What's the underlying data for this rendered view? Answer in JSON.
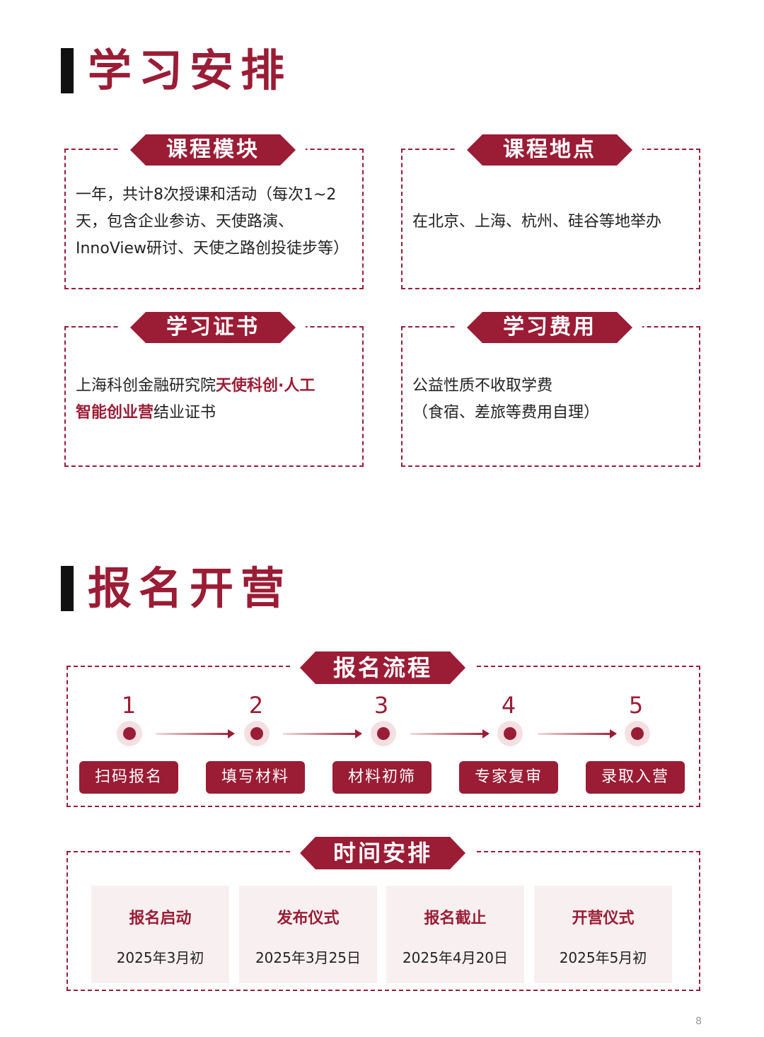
{
  "section1": {
    "title": "学习安排",
    "modules": {
      "label": "课程模块",
      "text": "一年，共计8次授课和活动（每次1~2天，包含企业参访、天使路演、InnoView研讨、天使之路创投徒步等）",
      "line1": "一年，共计8次授课和活动（每次1~2",
      "line2": "天，包含企业参访、天使路演、",
      "line3": "InnoView研讨、天使之路创投徒步等）"
    },
    "location": {
      "label": "课程地点",
      "text": "在北京、上海、杭州、硅谷等地举办"
    },
    "certificate": {
      "label": "学习证书",
      "prefix": "上海科创金融研究院",
      "highlight1": "天使科创·人工",
      "highlight2": "智能创业营",
      "suffix": "结业证书"
    },
    "fee": {
      "label": "学习费用",
      "line1": "公益性质不收取学费",
      "line2": "（食宿、差旅等费用自理）"
    }
  },
  "section2": {
    "title": "报名开营",
    "process": {
      "label": "报名流程",
      "steps": [
        {
          "num": "1",
          "label": "扫码报名"
        },
        {
          "num": "2",
          "label": "填写材料"
        },
        {
          "num": "3",
          "label": "材料初筛"
        },
        {
          "num": "4",
          "label": "专家复审"
        },
        {
          "num": "5",
          "label": "录取入营"
        }
      ]
    },
    "schedule": {
      "label": "时间安排",
      "items": [
        {
          "label": "报名启动",
          "date": "2025年3月初"
        },
        {
          "label": "发布仪式",
          "date": "2025年3月25日"
        },
        {
          "label": "报名截止",
          "date": "2025年4月20日"
        },
        {
          "label": "开营仪式",
          "date": "2025年5月初"
        }
      ]
    }
  },
  "page_number": "8",
  "colors": {
    "accent": "#9b1c35",
    "card_bg": "#f8f0f0"
  }
}
